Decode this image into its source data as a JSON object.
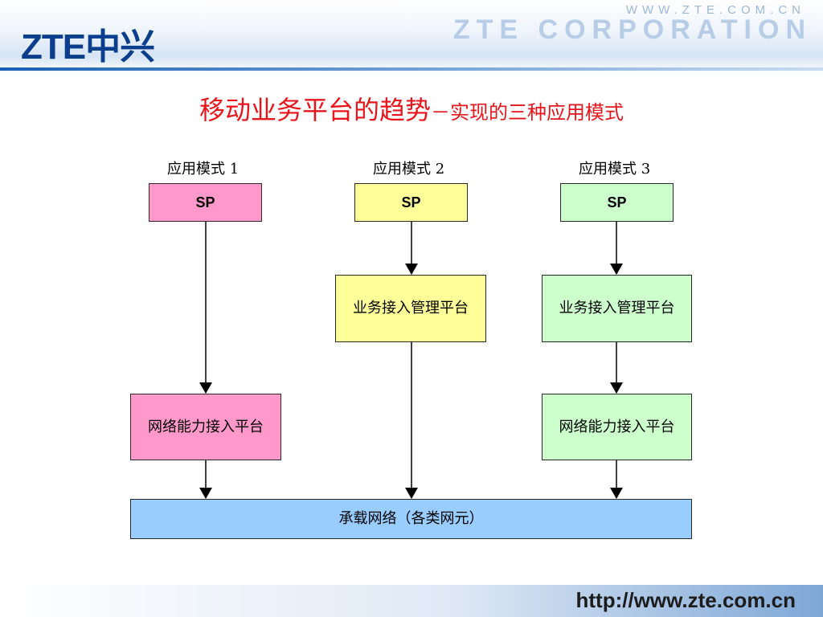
{
  "header": {
    "logo_text": "ZTE中兴",
    "corp_url": "WWW.ZTE.COM.CN",
    "corp_name": "ZTE CORPORATION"
  },
  "title": {
    "main": "移动业务平台的趋势",
    "separator": "－",
    "sub": "实现的三种应用模式"
  },
  "modes": [
    {
      "label": "应用模式  1",
      "sp": "SP",
      "color": "#ff99cc",
      "network_line1": "网络能力",
      "network_line2": "接入平台"
    },
    {
      "label": "应用模式  2",
      "sp": "SP",
      "color": "#ffff99",
      "service_line1": "业务接入",
      "service_line2": "管理平台"
    },
    {
      "label": "应用模式  3",
      "sp": "SP",
      "color": "#ccffcc",
      "service_line1": "业务接入",
      "service_line2": "管理平台",
      "network_line1": "网络能力",
      "network_line2": "接入平台"
    }
  ],
  "bearer": {
    "label": "承载网络（各类网元）",
    "color": "#99ccff"
  },
  "footer": {
    "url": "http://www.zte.com.cn"
  }
}
